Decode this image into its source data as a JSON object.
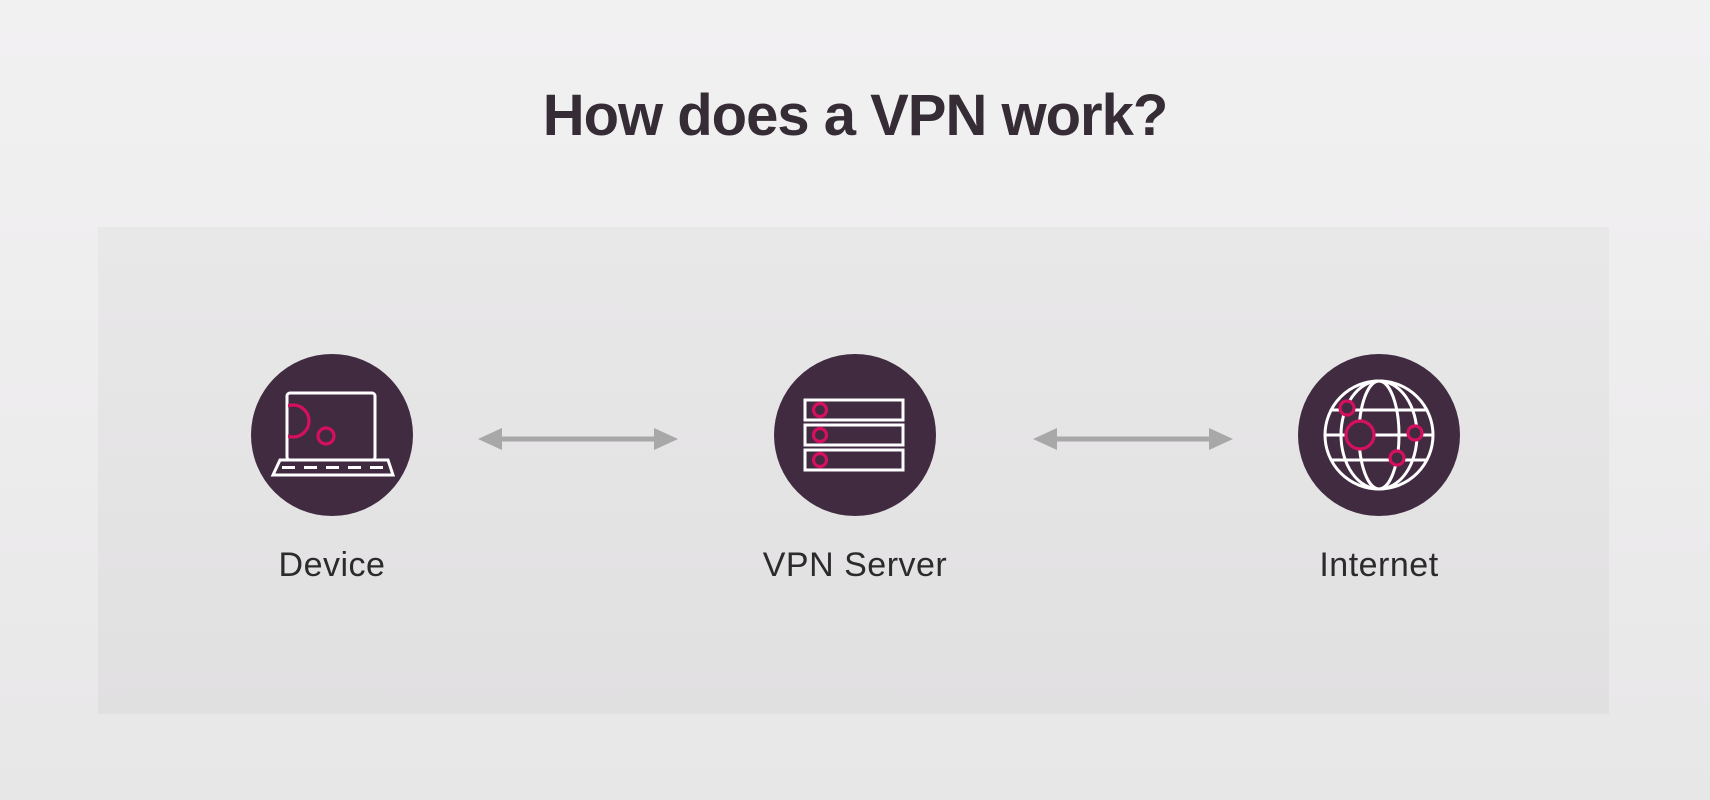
{
  "title": "How does a VPN work?",
  "diagram": {
    "nodes": [
      {
        "id": "device",
        "label": "Device",
        "icon": "laptop-icon"
      },
      {
        "id": "vpn_server",
        "label": "VPN Server",
        "icon": "server-rack-icon"
      },
      {
        "id": "internet",
        "label": "Internet",
        "icon": "globe-icon"
      }
    ],
    "connectors": [
      {
        "from": "Device",
        "to": "VPN Server",
        "style": "double-headed-arrow"
      },
      {
        "from": "VPN Server",
        "to": "Internet",
        "style": "double-headed-arrow"
      }
    ]
  },
  "colors": {
    "page_bg_top": "#f2f1f2",
    "page_bg_bottom": "#e8e7e8",
    "panel_bg_top": "#e9e8e9",
    "panel_bg_bottom": "#e1e0e1",
    "node_bg": "#412b40",
    "accent_pink": "#d60f5e",
    "icon_stroke": "#ffffff",
    "arrow": "#a8a8a8",
    "title_color": "#352c35",
    "label_color": "#2b2b2b"
  }
}
